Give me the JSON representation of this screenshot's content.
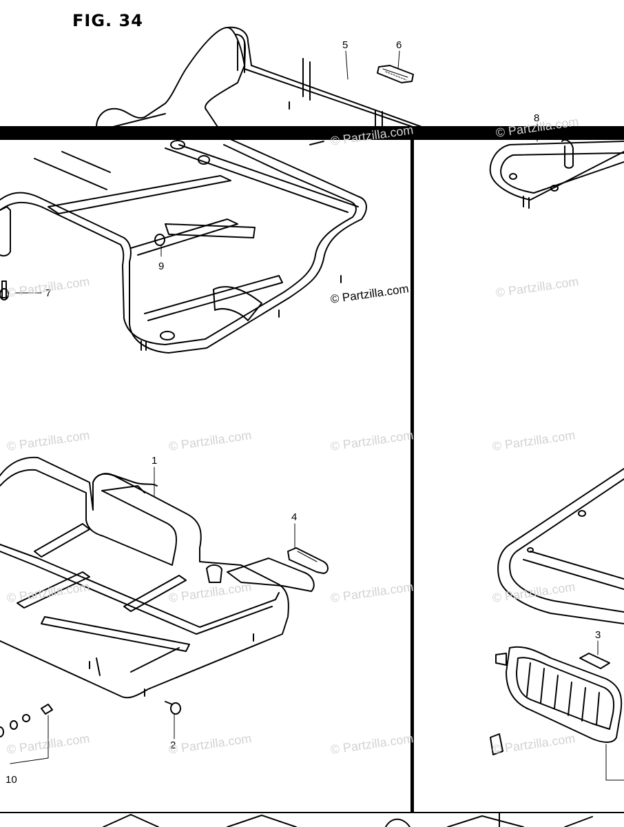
{
  "figure": {
    "title": "FIG. 34"
  },
  "callouts": [
    {
      "id": "c5",
      "label": "5"
    },
    {
      "id": "c6",
      "label": "6"
    },
    {
      "id": "c8",
      "label": "8"
    },
    {
      "id": "c9",
      "label": "9"
    },
    {
      "id": "c7",
      "label": "7"
    },
    {
      "id": "c1",
      "label": "1"
    },
    {
      "id": "c4",
      "label": "4"
    },
    {
      "id": "c3",
      "label": "3"
    },
    {
      "id": "c2",
      "label": "2"
    },
    {
      "id": "c10",
      "label": "10"
    }
  ],
  "watermark": {
    "text": "© Partzilla.com"
  }
}
